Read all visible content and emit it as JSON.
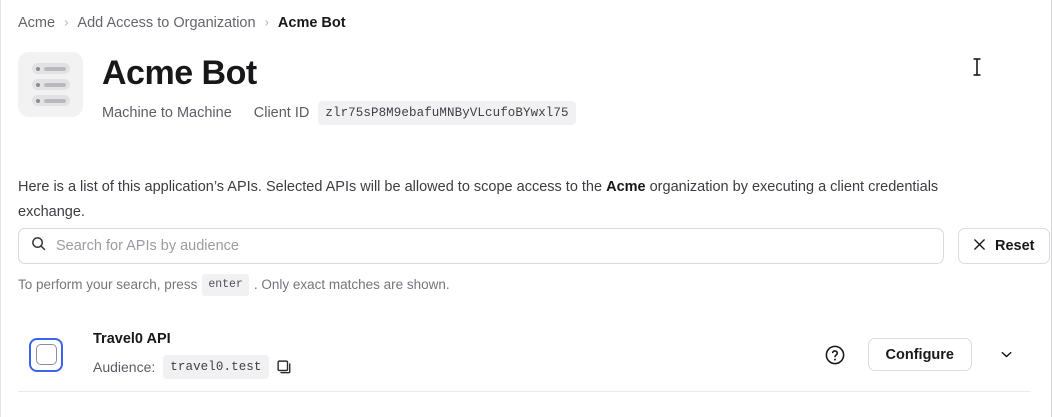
{
  "breadcrumb": {
    "items": [
      {
        "label": "Acme",
        "current": false
      },
      {
        "label": "Add Access to Organization",
        "current": false
      },
      {
        "label": "Acme Bot",
        "current": true
      }
    ],
    "separator": "›"
  },
  "header": {
    "icon_name": "server-rack-icon",
    "title": "Acme Bot",
    "app_type": "Machine to Machine",
    "client_id_label": "Client ID",
    "client_id_value": "zlr75sP8M9ebafuMNByVLcufoBYwxl75"
  },
  "description": {
    "part1": "Here is a list of this application’s APIs. Selected APIs will be allowed to scope access to the ",
    "emphasis": "Acme",
    "part2": " organization by executing a client credentials exchange."
  },
  "search": {
    "placeholder": "Search for APIs by audience",
    "value": "",
    "icon_name": "search-icon",
    "reset_label": "Reset",
    "reset_icon": "×"
  },
  "hint": {
    "part1": "To perform your search, press",
    "key": "enter",
    "part2": ". Only exact matches are shown."
  },
  "api_list": {
    "rows": [
      {
        "checked": false,
        "name": "Travel0 API",
        "audience_label": "Audience:",
        "audience_value": "travel0.test",
        "copy_icon": "copy-icon",
        "help_icon": "help-circle-icon",
        "configure_label": "Configure",
        "expand_icon": "chevron-down-icon"
      }
    ]
  },
  "colors": {
    "accent": "#3b63f0",
    "text_primary": "#18181b",
    "text_muted": "#65656d",
    "border": "#e4e4e7",
    "chip_bg": "#f1f1f3"
  },
  "cursor": {
    "type": "text-cursor"
  }
}
